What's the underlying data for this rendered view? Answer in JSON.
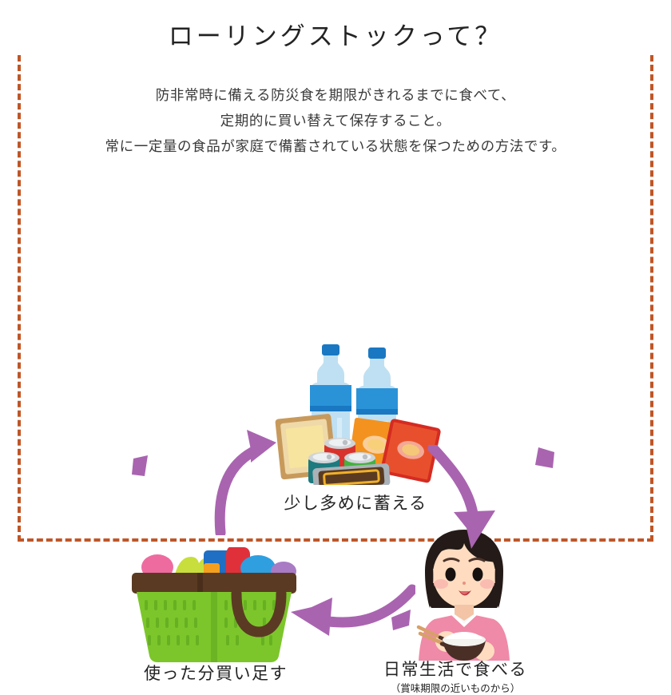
{
  "page": {
    "title": "ローリングストックって？",
    "frame_color": "#bf5627",
    "background": "#ffffff"
  },
  "description": {
    "lines": [
      "防非常時に備える防災食を期限がきれるまでに食べて、",
      "定期的に買い替えて保存すること。",
      "常に一定量の食品が家庭で備蓄されている状態を保つための方法です。"
    ]
  },
  "cycle": {
    "arrow_color": "#a964b0",
    "nodes": [
      {
        "id": "stock",
        "label": "少し多めに蓄える",
        "sublabel": "",
        "icon": "stockpile-food-icon"
      },
      {
        "id": "eat",
        "label": "日常生活で食べる",
        "sublabel": "（賞味期限の近いものから）",
        "icon": "girl-eating-rice-icon"
      },
      {
        "id": "buy",
        "label": "使った分買い足す",
        "sublabel": "",
        "icon": "shopping-basket-icon"
      }
    ],
    "arrows": [
      {
        "id": "arrow-buy-to-stock",
        "direction": "up-right",
        "icon": "curved-arrow-icon"
      },
      {
        "id": "arrow-stock-to-eat",
        "direction": "down",
        "icon": "curved-arrow-icon"
      },
      {
        "id": "arrow-eat-to-buy",
        "direction": "left",
        "icon": "curved-arrow-icon"
      }
    ]
  },
  "illustration_colors": {
    "bottle_cap": "#1a78c2",
    "bottle_label": "#2a93d8",
    "bottle_body": "#bfe0f2",
    "basket_green": "#7cc62b",
    "basket_brown": "#5b3a23",
    "box_orange": "#f3921f",
    "box_red": "#e8502d",
    "cracker_box": "#c79a5c",
    "girl_top": "#ef8aa8",
    "girl_hair": "#241a17",
    "rice_bowl": "#4a2f26"
  }
}
